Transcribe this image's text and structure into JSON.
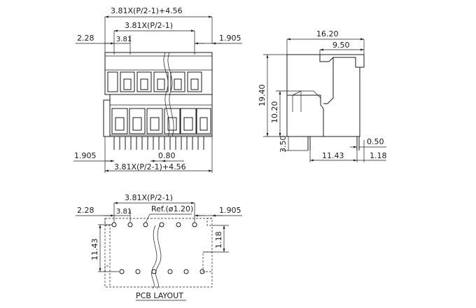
{
  "front_view": {
    "dim_top_total": "3.81X(P/2-1)+4.56",
    "dim_top_pitch": "3.81X(P/2-1)",
    "dim_left_offset": "2.28",
    "dim_pitch": "3.81",
    "dim_right_offset": "1.905",
    "dim_bottom_left_offset": "1.905",
    "dim_pin_pitch": "0.80",
    "dim_bottom_total": "3.81X(P/2-1)+4.56"
  },
  "side_view": {
    "dim_depth": "16.20",
    "dim_upper_depth": "9.50",
    "dim_height": "19.40",
    "dim_lower_height": "10.20",
    "dim_pin_length": "3.50",
    "dim_pin_width": "0.50",
    "dim_pin_spacing": "11.43",
    "dim_pin_offset": "1.18"
  },
  "pcb_layout": {
    "dim_pitch_total": "3.81X(P/2-1)",
    "dim_left_offset": "2.28",
    "dim_pitch": "3.81",
    "ref_label": "Ref.(ø1.20)",
    "dim_right_offset": "1.905",
    "dim_row_spacing": "11.43",
    "dim_row_offset": "1.18",
    "caption": "PCB LAYOUT"
  }
}
